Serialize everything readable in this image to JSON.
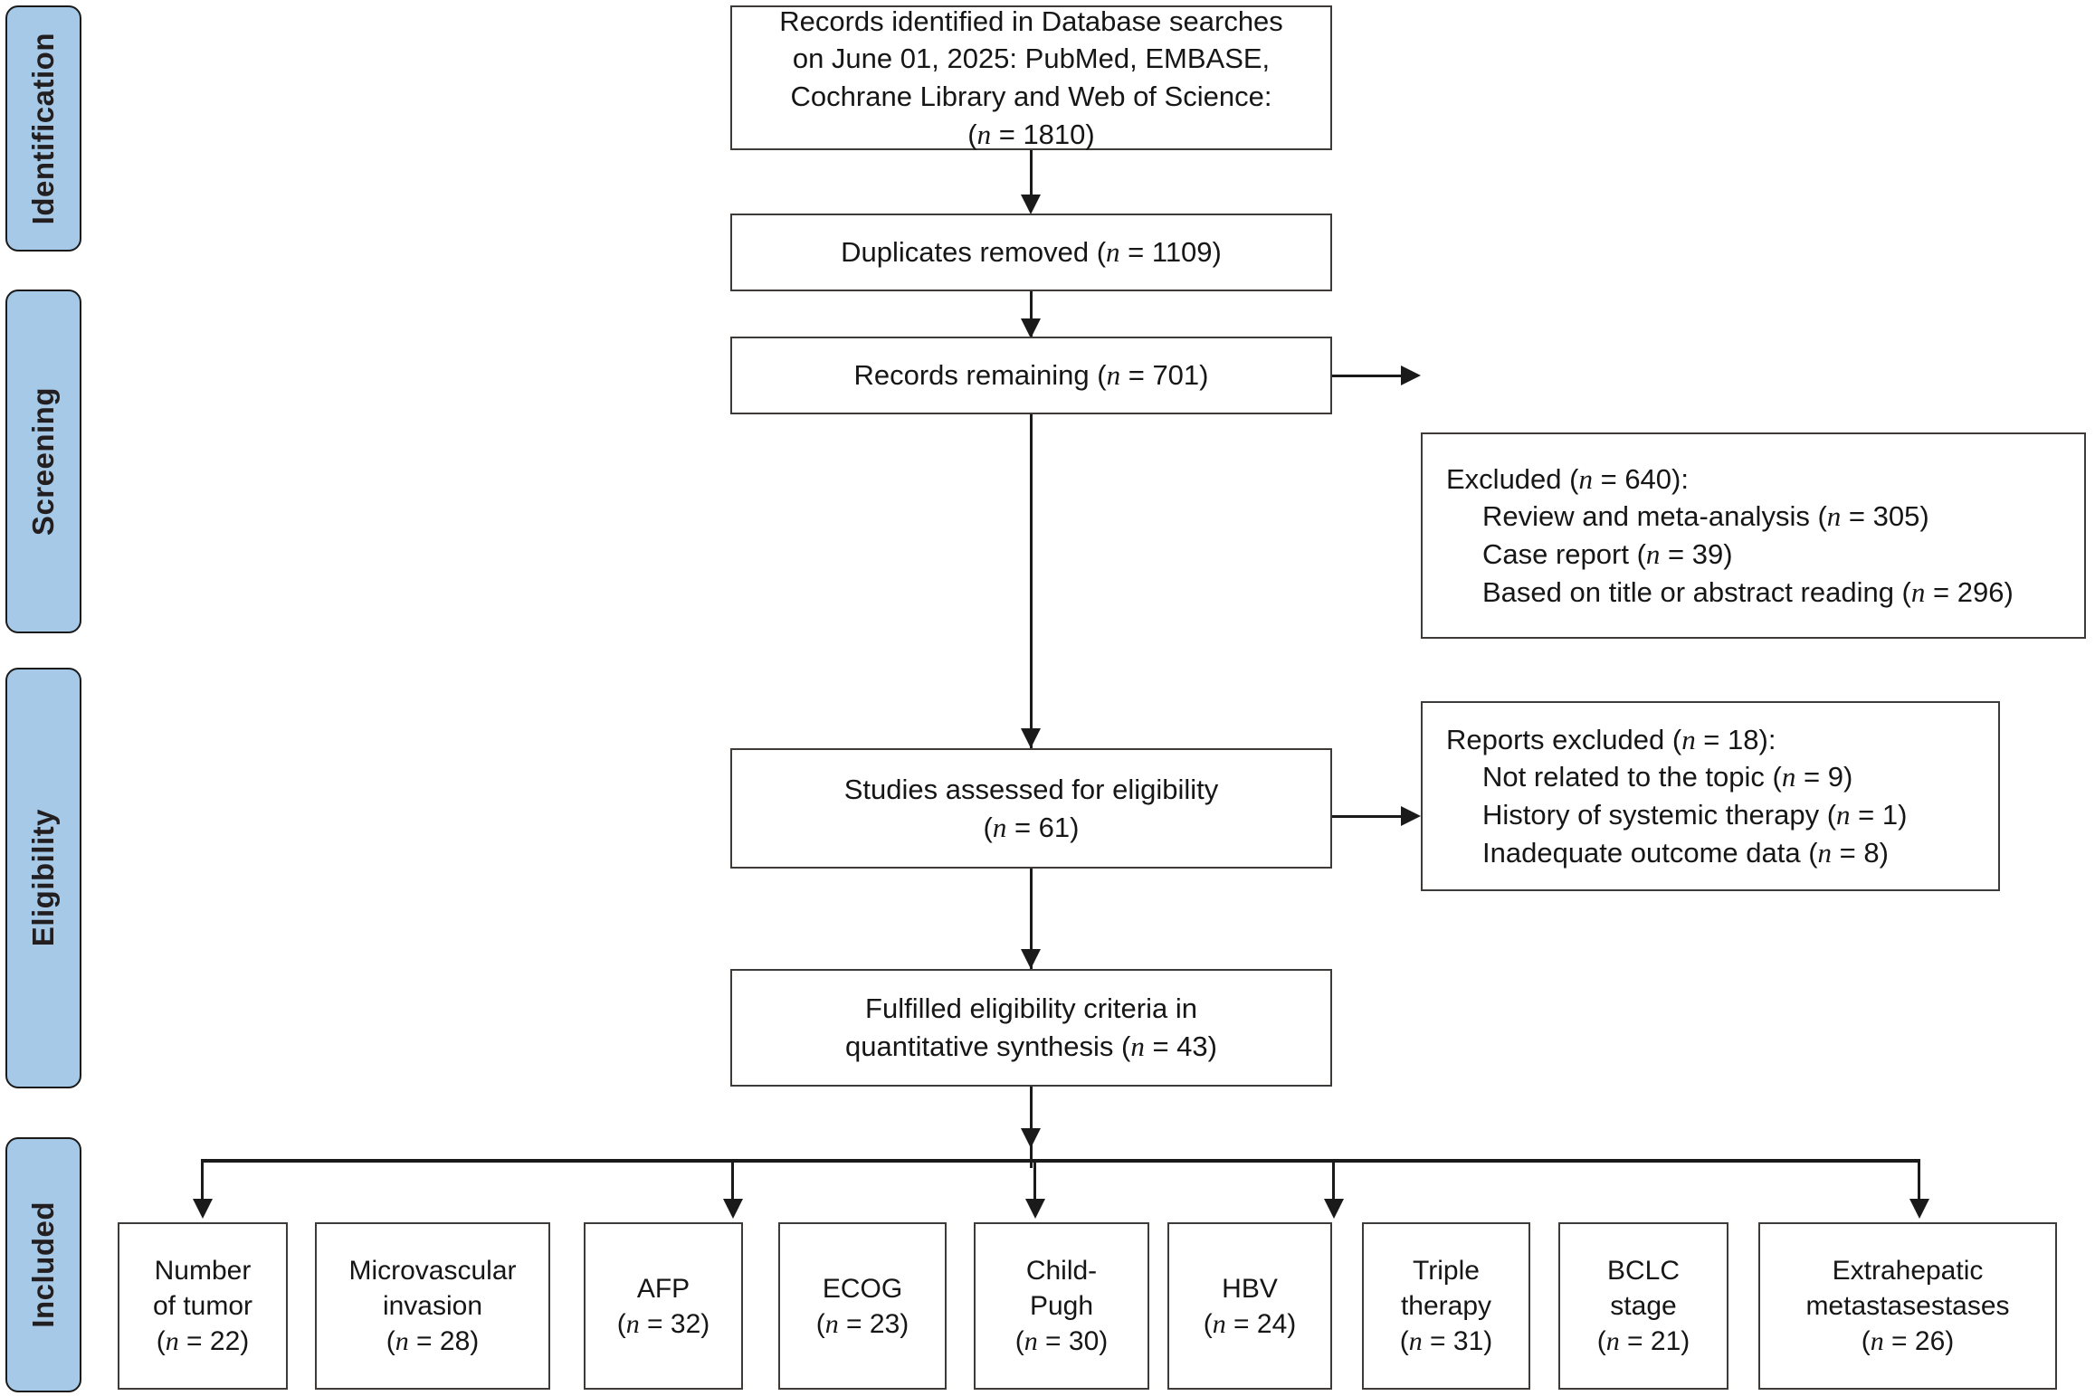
{
  "diagram": {
    "type": "prisma-flow-diagram",
    "stages": [
      {
        "id": "identification",
        "label": "Identification"
      },
      {
        "id": "screening",
        "label": "Screening"
      },
      {
        "id": "eligibility",
        "label": "Eligibility"
      },
      {
        "id": "included",
        "label": "Included"
      }
    ],
    "accent_color": "#a6c9e8",
    "border_color": "#3d3a38",
    "line_color": "#1a1a1a",
    "main_flow": [
      {
        "id": "records-identified",
        "lines": [
          "Records identified in Database searches",
          "on June 01, 2025: PubMed, EMBASE,",
          "Cochrane Library and Web of Science:"
        ],
        "count_line": "(n = 1810)",
        "n": 1810
      },
      {
        "id": "duplicates-removed",
        "lines": [
          "Duplicates removed (n = 1109)"
        ],
        "n": 1109
      },
      {
        "id": "records-remaining",
        "lines": [
          "Records remaining (n = 701)"
        ],
        "n": 701
      },
      {
        "id": "studies-assessed",
        "lines": [
          "Studies assessed for eligibility"
        ],
        "count_line": "(n = 61)",
        "n": 61
      },
      {
        "id": "fulfilled-eligibility",
        "lines": [
          "Fulfilled eligibility criteria in",
          "quantitative synthesis (n = 43)"
        ],
        "n": 43
      }
    ],
    "exclusions": [
      {
        "id": "screening-excluded",
        "header": "Excluded (n = 640):",
        "n": 640,
        "reasons": [
          {
            "label": "Review and meta-analysis (n = 305)",
            "n": 305
          },
          {
            "label": "Case report (n = 39)",
            "n": 39
          },
          {
            "label": "Based on title or abstract reading (n = 296)",
            "n": 296
          }
        ]
      },
      {
        "id": "eligibility-excluded",
        "header": "Reports excluded (n = 18):",
        "n": 18,
        "reasons": [
          {
            "label": "Not related to the topic (n = 9)",
            "n": 9
          },
          {
            "label": "History of systemic therapy (n = 1)",
            "n": 1
          },
          {
            "label": "Inadequate outcome data (n = 8)",
            "n": 8
          }
        ]
      }
    ],
    "included_subgroups": [
      {
        "id": "number-of-tumor",
        "lines": [
          "Number",
          "of tumor"
        ],
        "count_line": "(n = 22)",
        "n": 22
      },
      {
        "id": "microvascular-invasion",
        "lines": [
          "Microvascular",
          "invasion"
        ],
        "count_line": "(n = 28)",
        "n": 28
      },
      {
        "id": "afp",
        "lines": [
          "AFP"
        ],
        "count_line": "(n = 32)",
        "n": 32
      },
      {
        "id": "ecog",
        "lines": [
          "ECOG"
        ],
        "count_line": "(n = 23)",
        "n": 23
      },
      {
        "id": "child-pugh",
        "lines": [
          "Child-",
          "Pugh"
        ],
        "count_line": "(n = 30)",
        "n": 30
      },
      {
        "id": "hbv",
        "lines": [
          "HBV"
        ],
        "count_line": "(n = 24)",
        "n": 24
      },
      {
        "id": "triple-therapy",
        "lines": [
          "Triple",
          "therapy"
        ],
        "count_line": "(n = 31)",
        "n": 31
      },
      {
        "id": "bclc-stage",
        "lines": [
          "BCLC",
          "stage"
        ],
        "count_line": "(n = 21)",
        "n": 21
      },
      {
        "id": "extrahepatic-metastases",
        "lines": [
          "Extrahepatic",
          "metastasestases"
        ],
        "count_line": "(n = 26)",
        "n": 26
      }
    ]
  }
}
